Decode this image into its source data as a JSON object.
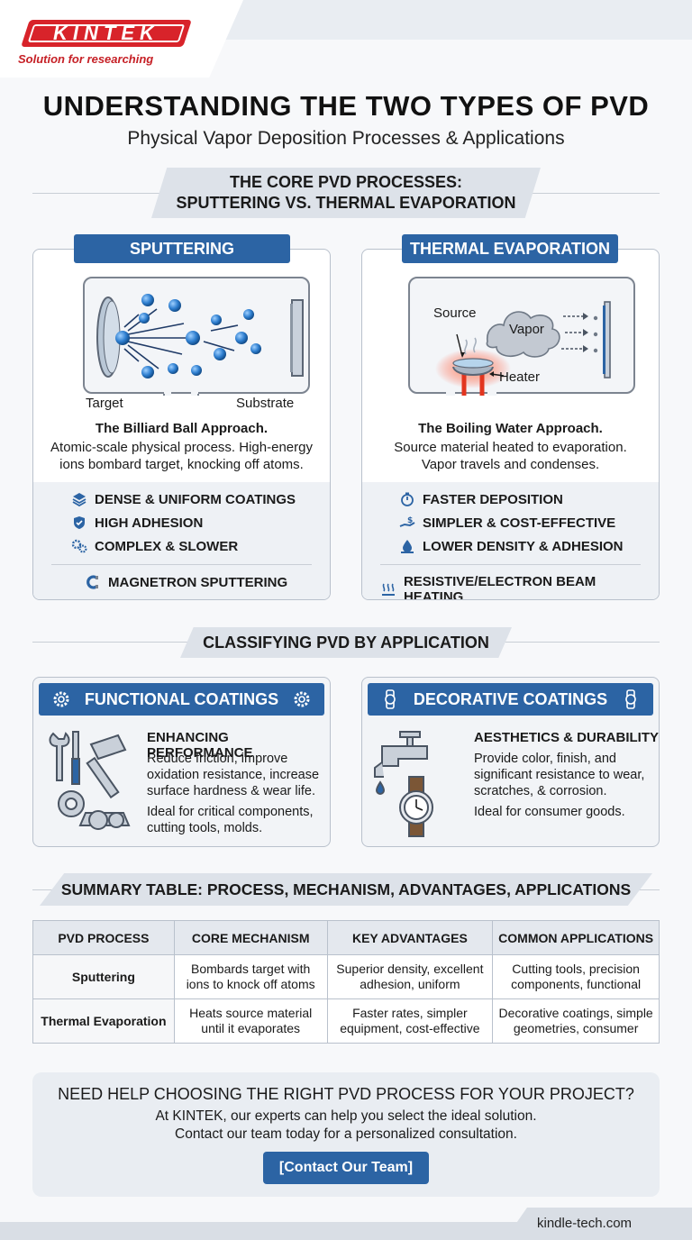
{
  "brand": {
    "name": "KINTEK",
    "tagline": "Solution for researching",
    "colors": {
      "red": "#d8232a",
      "blue": "#2c64a4"
    }
  },
  "header": {
    "title": "UNDERSTANDING THE TWO TYPES OF PVD",
    "subtitle": "Physical Vapor Deposition Processes & Applications"
  },
  "core_section": {
    "line1": "THE CORE PVD PROCESSES:",
    "line2": "SPUTTERING VS. THERMAL EVAPORATION"
  },
  "sputtering": {
    "heading": "SPUTTERING",
    "diagram": {
      "target_label": "Target",
      "substrate_label": "Substrate"
    },
    "approach": "The Billiard Ball Approach.",
    "desc1": "Atomic-scale physical process. High-energy",
    "desc2": "ions bombard target, knocking off atoms.",
    "features": [
      {
        "icon": "layers-icon",
        "label": "DENSE & UNIFORM COATINGS"
      },
      {
        "icon": "shield-icon",
        "label": "HIGH ADHESION"
      },
      {
        "icon": "gears-icon",
        "label": "COMPLEX & SLOWER"
      }
    ],
    "variant": {
      "icon": "magnet-icon",
      "label": "MAGNETRON SPUTTERING"
    }
  },
  "evaporation": {
    "heading": "THERMAL EVAPORATION",
    "diagram": {
      "source_label": "Source",
      "vapor_label": "Vapor",
      "heater_label": "Heater"
    },
    "approach": "The Boiling Water Approach.",
    "desc1": "Source material heated to evaporation.",
    "desc2": "Vapor travels and condenses.",
    "features": [
      {
        "icon": "stopwatch-icon",
        "label": "FASTER DEPOSITION"
      },
      {
        "icon": "money-hand-icon",
        "label": "SIMPLER & COST-EFFECTIVE"
      },
      {
        "icon": "droplet-icon",
        "label": "LOWER DENSITY & ADHESION"
      }
    ],
    "variant": {
      "icon": "heat-waves-icon",
      "label": "RESISTIVE/ELECTRON BEAM HEATING"
    }
  },
  "application_section": {
    "title": "CLASSIFYING PVD BY APPLICATION"
  },
  "functional": {
    "heading": "FUNCTIONAL COATINGS",
    "subtitle": "ENHANCING PERFORMANCE",
    "text1": "Reduce friction, improve",
    "text2": "oxidation resistance, increase",
    "text3": "surface hardness & wear life.",
    "ideal1": "Ideal for critical components,",
    "ideal2": "cutting tools, molds."
  },
  "decorative": {
    "heading": "DECORATIVE COATINGS",
    "subtitle": "AESTHETICS & DURABILITY",
    "text1": "Provide color, finish, and",
    "text2": "significant resistance to wear,",
    "text3": "scratches, & corrosion.",
    "ideal1": "Ideal for consumer goods."
  },
  "summary_section": {
    "title": "SUMMARY TABLE: PROCESS, MECHANISM, ADVANTAGES, APPLICATIONS"
  },
  "summary_table": {
    "headers": [
      "PVD PROCESS",
      "CORE MECHANISM",
      "KEY ADVANTAGES",
      "COMMON APPLICATIONS"
    ],
    "rows": [
      {
        "process": "Sputtering",
        "mech1": "Bombards target with",
        "mech2": "ions to knock off atoms",
        "adv1": "Superior density, excellent",
        "adv2": "adhesion, uniform",
        "app1": "Cutting tools, precision",
        "app2": "components, functional"
      },
      {
        "process": "Thermal Evaporation",
        "mech1": "Heats source material",
        "mech2": "until it evaporates",
        "adv1": "Faster rates, simpler",
        "adv2": "equipment, cost-effective",
        "app1": "Decorative coatings, simple",
        "app2": "geometries, consumer"
      }
    ]
  },
  "cta": {
    "question": "NEED HELP CHOOSING THE RIGHT PVD PROCESS FOR YOUR PROJECT?",
    "text1": "At KINTEK, our experts can help you select the ideal solution.",
    "text2": "Contact our team today for a personalized consultation.",
    "button": "[Contact Our Team]"
  },
  "footer": {
    "site": "kindle-tech.com"
  }
}
